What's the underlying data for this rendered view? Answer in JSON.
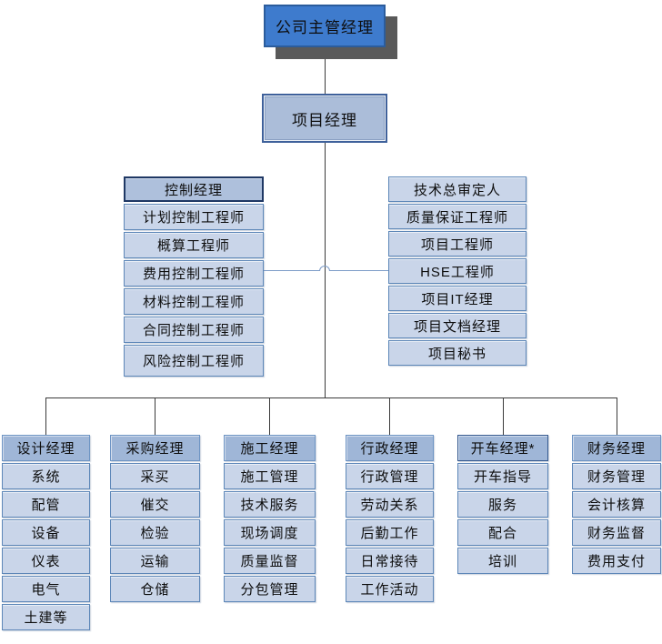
{
  "org": {
    "top_box": {
      "label": "公司主管经理"
    },
    "project_manager_box": {
      "label": "项目经理"
    },
    "control_column": {
      "header": "控制经理",
      "items": [
        "计划控制工程师",
        "概算工程师",
        "费用控制工程师",
        "材料控制工程师",
        "合同控制工程师",
        "风险控制工程师"
      ]
    },
    "staff_column": {
      "items": [
        "技术总审定人",
        "质量保证工程师",
        "项目工程师",
        "HSE工程师",
        "项目IT经理",
        "项目文档经理",
        "项目秘书"
      ]
    },
    "bottom_columns": [
      {
        "header": "设计经理",
        "items": [
          "系统",
          "配管",
          "设备",
          "仪表",
          "电气",
          "土建等"
        ]
      },
      {
        "header": "采购经理",
        "items": [
          "采买",
          "催交",
          "检验",
          "运输",
          "仓储"
        ]
      },
      {
        "header": "施工经理",
        "items": [
          "施工管理",
          "技术服务",
          "现场调度",
          "质量监督",
          "分包管理"
        ]
      },
      {
        "header": "行政经理",
        "items": [
          "行政管理",
          "劳动关系",
          "后勤工作",
          "日常接待",
          "工作活动"
        ]
      },
      {
        "header": "开车经理*",
        "items": [
          "开车指导",
          "服务",
          "配合",
          "培训"
        ]
      },
      {
        "header": "财务经理",
        "items": [
          "财务管理",
          "会计核算",
          "财务监督",
          "费用支付"
        ]
      }
    ],
    "colors": {
      "top_box_fill": "#3e7bcd",
      "top_box_border": "#2b5c9c",
      "top_box_shadow": "#595959",
      "pm_box_fill": "#abbdd9",
      "pm_box_border": "#3f619b",
      "branch_header_fill": "#9fb6d7",
      "control_header_fill": "#aec0dc",
      "control_header_border": "#1f3864",
      "cell_fill": "#c9d5e9",
      "cell_border": "#5d87b8",
      "connector_dark": "#3a3a3a",
      "connector_blue": "#7d9cc8"
    }
  }
}
